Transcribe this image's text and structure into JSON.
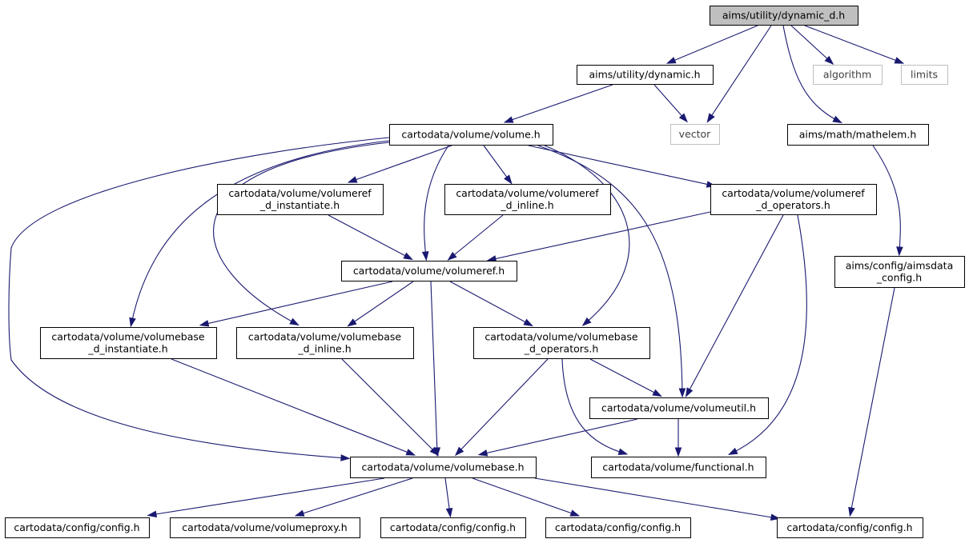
{
  "diagram": {
    "type": "include-dependency-graph",
    "colors": {
      "edge": "#191970",
      "node_border": "#000000",
      "external_border": "#bfbfbf",
      "root_fill": "#bfbfbf",
      "external_text": "#404040"
    },
    "nodes": [
      {
        "id": "n_root",
        "lines": [
          "aims/utility/dynamic_d.h"
        ],
        "kind": "root"
      },
      {
        "id": "n_dynamic",
        "lines": [
          "aims/utility/dynamic.h"
        ],
        "kind": "normal"
      },
      {
        "id": "n_algorithm",
        "lines": [
          "algorithm"
        ],
        "kind": "external"
      },
      {
        "id": "n_limits",
        "lines": [
          "limits"
        ],
        "kind": "external"
      },
      {
        "id": "n_volume",
        "lines": [
          "cartodata/volume/volume.h"
        ],
        "kind": "normal"
      },
      {
        "id": "n_vector",
        "lines": [
          "vector"
        ],
        "kind": "external"
      },
      {
        "id": "n_mathelem",
        "lines": [
          "aims/math/mathelem.h"
        ],
        "kind": "normal"
      },
      {
        "id": "n_vref_inst",
        "lines": [
          "cartodata/volume/volumeref",
          "_d_instantiate.h"
        ],
        "kind": "normal"
      },
      {
        "id": "n_vref_inline",
        "lines": [
          "cartodata/volume/volumeref",
          "_d_inline.h"
        ],
        "kind": "normal"
      },
      {
        "id": "n_vref_ops",
        "lines": [
          "cartodata/volume/volumeref",
          "_d_operators.h"
        ],
        "kind": "normal"
      },
      {
        "id": "n_aimsdata",
        "lines": [
          "aims/config/aimsdata",
          "_config.h"
        ],
        "kind": "normal"
      },
      {
        "id": "n_vref",
        "lines": [
          "cartodata/volume/volumeref.h"
        ],
        "kind": "normal"
      },
      {
        "id": "n_vb_inst",
        "lines": [
          "cartodata/volume/volumebase",
          "_d_instantiate.h"
        ],
        "kind": "normal"
      },
      {
        "id": "n_vb_inline",
        "lines": [
          "cartodata/volume/volumebase",
          "_d_inline.h"
        ],
        "kind": "normal"
      },
      {
        "id": "n_vb_ops",
        "lines": [
          "cartodata/volume/volumebase",
          "_d_operators.h"
        ],
        "kind": "normal"
      },
      {
        "id": "n_vutil",
        "lines": [
          "cartodata/volume/volumeutil.h"
        ],
        "kind": "normal"
      },
      {
        "id": "n_vbase",
        "lines": [
          "cartodata/volume/volumebase.h"
        ],
        "kind": "normal"
      },
      {
        "id": "n_functional",
        "lines": [
          "cartodata/volume/functional.h"
        ],
        "kind": "normal"
      },
      {
        "id": "n_cfg1",
        "lines": [
          "cartodata/config/config.h"
        ],
        "kind": "normal"
      },
      {
        "id": "n_vproxy",
        "lines": [
          "cartodata/volume/volumeproxy.h"
        ],
        "kind": "normal"
      },
      {
        "id": "n_cfg2",
        "lines": [
          "cartodata/config/config.h"
        ],
        "kind": "normal"
      },
      {
        "id": "n_cfg3",
        "lines": [
          "cartodata/config/config.h"
        ],
        "kind": "normal"
      },
      {
        "id": "n_cfg4",
        "lines": [
          "cartodata/config/config.h"
        ],
        "kind": "normal"
      }
    ],
    "edges": [
      {
        "from": "n_root",
        "to": "n_dynamic"
      },
      {
        "from": "n_root",
        "to": "n_vector"
      },
      {
        "from": "n_root",
        "to": "n_mathelem"
      },
      {
        "from": "n_root",
        "to": "n_algorithm"
      },
      {
        "from": "n_root",
        "to": "n_limits"
      },
      {
        "from": "n_dynamic",
        "to": "n_volume"
      },
      {
        "from": "n_dynamic",
        "to": "n_vector"
      },
      {
        "from": "n_volume",
        "to": "n_vref_inst"
      },
      {
        "from": "n_volume",
        "to": "n_vref_inline"
      },
      {
        "from": "n_volume",
        "to": "n_vref_ops"
      },
      {
        "from": "n_volume",
        "to": "n_vref"
      },
      {
        "from": "n_volume",
        "to": "n_vb_inst"
      },
      {
        "from": "n_volume",
        "to": "n_vb_inline"
      },
      {
        "from": "n_volume",
        "to": "n_vb_ops"
      },
      {
        "from": "n_volume",
        "to": "n_vutil"
      },
      {
        "from": "n_volume",
        "to": "n_vbase"
      },
      {
        "from": "n_vref_inst",
        "to": "n_vref"
      },
      {
        "from": "n_vref_inline",
        "to": "n_vref"
      },
      {
        "from": "n_vref_ops",
        "to": "n_vref"
      },
      {
        "from": "n_vref_ops",
        "to": "n_vutil"
      },
      {
        "from": "n_vref_ops",
        "to": "n_functional"
      },
      {
        "from": "n_mathelem",
        "to": "n_aimsdata"
      },
      {
        "from": "n_aimsdata",
        "to": "n_cfg4"
      },
      {
        "from": "n_vref",
        "to": "n_vb_inst"
      },
      {
        "from": "n_vref",
        "to": "n_vb_inline"
      },
      {
        "from": "n_vref",
        "to": "n_vb_ops"
      },
      {
        "from": "n_vref",
        "to": "n_vbase"
      },
      {
        "from": "n_vb_inst",
        "to": "n_vbase"
      },
      {
        "from": "n_vb_inline",
        "to": "n_vbase"
      },
      {
        "from": "n_vb_ops",
        "to": "n_vbase"
      },
      {
        "from": "n_vb_ops",
        "to": "n_vutil"
      },
      {
        "from": "n_vb_ops",
        "to": "n_functional"
      },
      {
        "from": "n_vutil",
        "to": "n_vbase"
      },
      {
        "from": "n_vutil",
        "to": "n_functional"
      },
      {
        "from": "n_vbase",
        "to": "n_cfg1"
      },
      {
        "from": "n_vbase",
        "to": "n_vproxy"
      },
      {
        "from": "n_vbase",
        "to": "n_cfg2"
      },
      {
        "from": "n_vbase",
        "to": "n_cfg3"
      },
      {
        "from": "n_vbase",
        "to": "n_cfg4"
      }
    ]
  }
}
